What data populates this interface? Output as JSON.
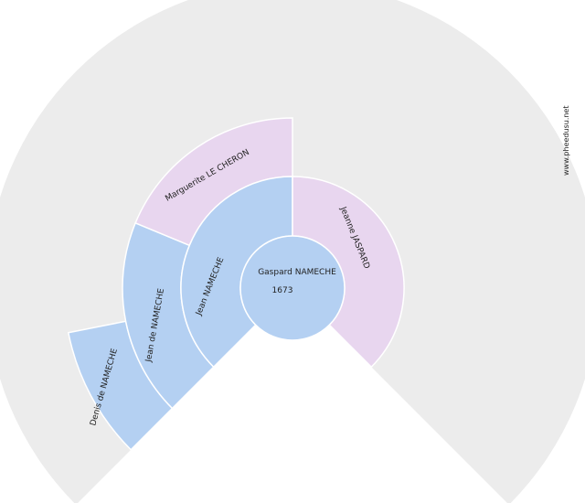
{
  "colors": {
    "background_fan": "#ececec",
    "male": "#b4d0f2",
    "female": "#e8d6ef",
    "divider": "#ffffff"
  },
  "root": {
    "name": "Gaspard NAMECHE",
    "year": "1673",
    "sex": "male"
  },
  "generation1": [
    {
      "name": "Jean NAMECHE",
      "sex": "male"
    },
    {
      "name": "Jeanne JASPARD",
      "sex": "female"
    }
  ],
  "generation2": [
    {
      "name": "Jean de NAMECHE",
      "sex": "male"
    },
    {
      "name": "Marguerite LE CHERON",
      "sex": "female"
    }
  ],
  "generation3": [
    {
      "name": "Denis de NAMECHE",
      "sex": "male"
    }
  ],
  "watermark": "www.pheedusu.net"
}
